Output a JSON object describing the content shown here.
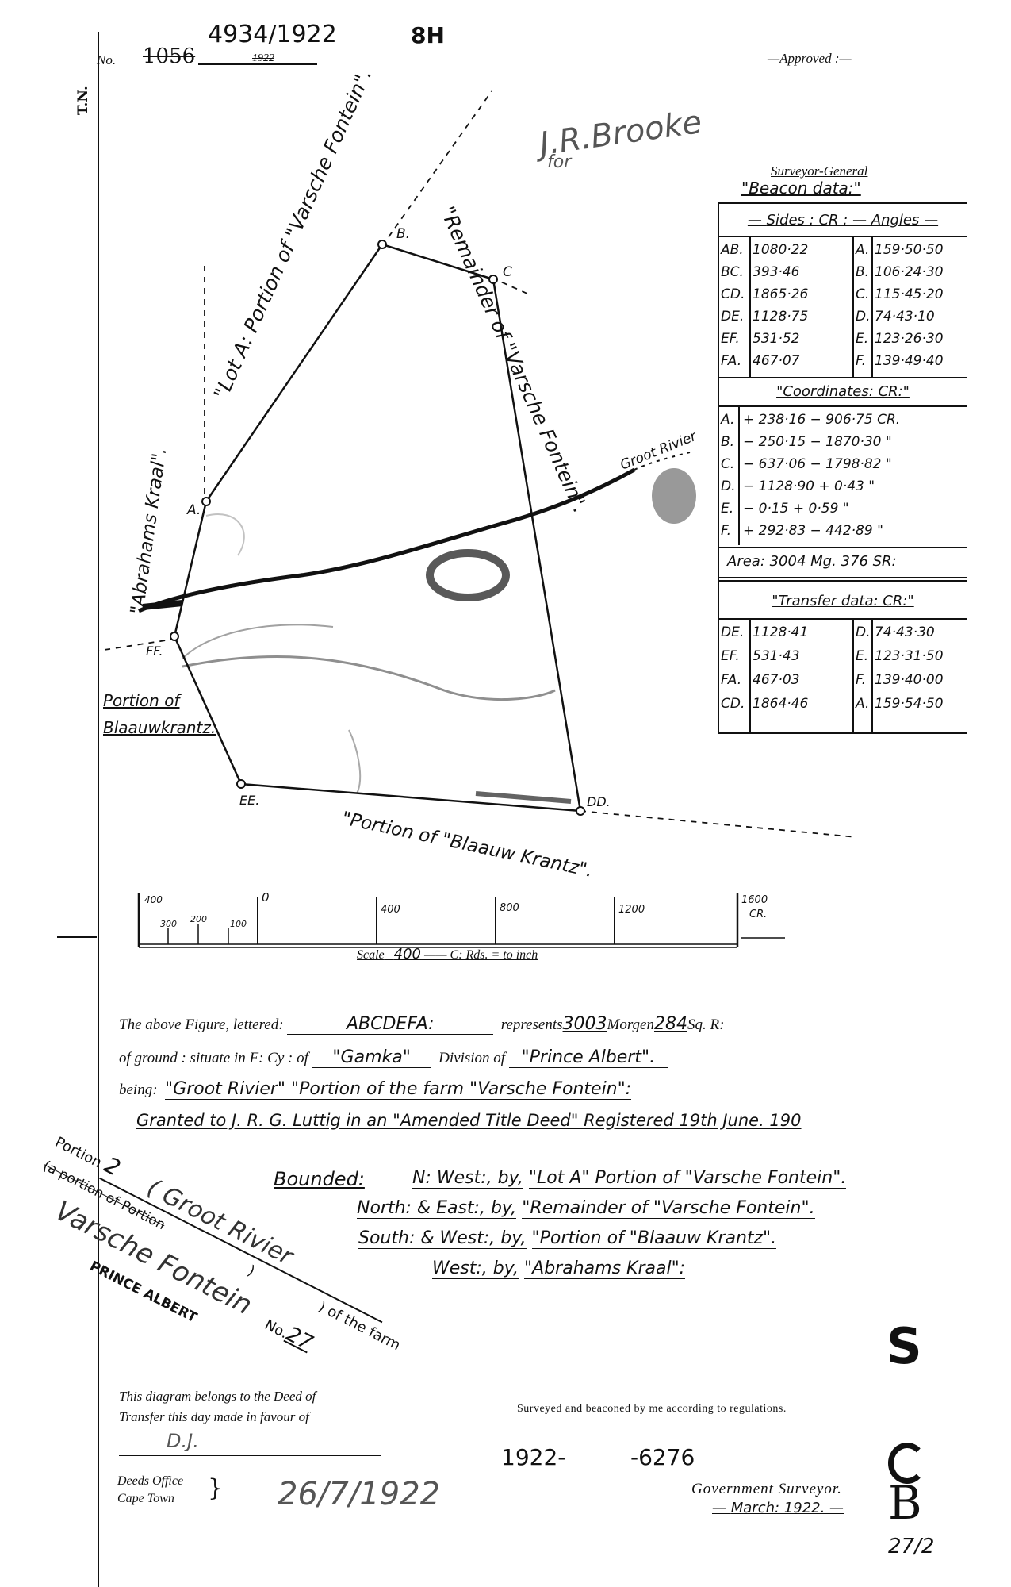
{
  "header": {
    "no_label": "No.",
    "struck_number": "1056",
    "struck_year": "1922",
    "diagram_number": "4934/1922",
    "extra_mark": "8H",
    "approved_label": "Approved :",
    "north_label": "T.N.",
    "signature": "J.R.Brooke",
    "signature_for": "for",
    "surveyor_general": "Surveyor-General"
  },
  "beacon_table": {
    "title": "\"Beacon data:\"",
    "sides_header": "Sides : CR :",
    "angles_header": "Angles",
    "sides": [
      {
        "side": "AB.",
        "length": "1080·22",
        "beacon": "A.",
        "angle": "159·50·50"
      },
      {
        "side": "BC.",
        "length": "393·46",
        "beacon": "B.",
        "angle": "106·24·30"
      },
      {
        "side": "CD.",
        "length": "1865·26",
        "beacon": "C.",
        "angle": "115·45·20"
      },
      {
        "side": "DE.",
        "length": "1128·75",
        "beacon": "D.",
        "angle": "74·43·10"
      },
      {
        "side": "EF.",
        "length": "531·52",
        "beacon": "E.",
        "angle": "123·26·30"
      },
      {
        "side": "FA.",
        "length": "467·07",
        "beacon": "F.",
        "angle": "139·49·40"
      }
    ],
    "coordinates_title": "\"Coordinates: CR:\"",
    "coordinates": [
      {
        "beacon": "A.",
        "value": "+ 238·16 − 906·75 CR."
      },
      {
        "beacon": "B.",
        "value": "− 250·15 − 1870·30 \""
      },
      {
        "beacon": "C.",
        "value": "− 637·06 − 1798·82 \""
      },
      {
        "beacon": "D.",
        "value": "− 1128·90 + 0·43 \""
      },
      {
        "beacon": "E.",
        "value": "− 0·15 + 0·59 \""
      },
      {
        "beacon": "F.",
        "value": "+ 292·83 − 442·89 \""
      }
    ],
    "area": "Area: 3004 Mg. 376 SR:",
    "transfer_title": "\"Transfer data: CR:\"",
    "transfer": [
      {
        "side": "DE.",
        "length": "1128·41",
        "beacon": "D.",
        "angle": "74·43·30"
      },
      {
        "side": "EF.",
        "length": "531·43",
        "beacon": "E.",
        "angle": "123·31·50"
      },
      {
        "side": "FA.",
        "length": "467·03",
        "beacon": "F.",
        "angle": "139·40·00"
      },
      {
        "side": "CD.",
        "length": "1864·46",
        "beacon": "A.",
        "angle": "159·54·50"
      }
    ]
  },
  "diagram_labels": {
    "lot_a": "\"Lot A: Portion of \"Varsche Fontein\".",
    "remainder": "\"Remainder of \"Varsche Fontein\".",
    "abrahams": "\"Abrahams Kraal\".",
    "groot_rivier": "Groot Rivier",
    "portion_blaauwkrantz": "Portion of Blaauwkrantz.",
    "portion_blaauw_krantz": "\"Portion of \"Blaauw Krantz\".",
    "beacon_a": "A.",
    "beacon_b": "B.",
    "beacon_c": "C",
    "beacon_ff": "FF.",
    "beacon_ee": "EE.",
    "beacon_dd": "DD."
  },
  "scale": {
    "ticks": [
      "400",
      "300",
      "200",
      "100",
      "0",
      "400",
      "800",
      "1200",
      "1600"
    ],
    "unit": "CR.",
    "caption_prefix": "Scale",
    "caption_value": "400",
    "caption_suffix": "C: Rds. = to inch"
  },
  "description": {
    "line1_prefix": "The above Figure, lettered:",
    "letters": "ABCDEFA:",
    "represents": "represents",
    "morgen": "3003",
    "morgen_label": "Morgen",
    "sq": "284",
    "sq_label": "Sq. R:",
    "line2_prefix": "of ground : situate in F: Cy : of",
    "field_cornetcy": "\"Gamka\"",
    "division_label": "Division of",
    "division": "\"Prince Albert\".",
    "being_label": "being:",
    "being": "\"Groot Rivier\" \"Portion of the farm \"Varsche Fontein\":",
    "granted": "Granted to J. R. G. Luttig in an \"Amended Title Deed\" Registered 19th June. 190"
  },
  "bounded": {
    "label": "Bounded:",
    "lines": [
      {
        "dir": "N: West:, by,",
        "text": "\"Lot A\" Portion of \"Varsche Fontein\"."
      },
      {
        "dir": "North: & East:, by,",
        "text": "\"Remainder of \"Varsche Fontein\"."
      },
      {
        "dir": "South: & West:, by,",
        "text": "\"Portion of \"Blaauw Krantz\"."
      },
      {
        "dir": "West:, by,",
        "text": "\"Abrahams Kraal\":"
      }
    ]
  },
  "stamp": {
    "portion": "Portion",
    "number": "2",
    "name": "( Groot Rivier",
    "of_the_farm": ") of the farm",
    "a_portion": "(a portion of Portion",
    "close_paren": ")",
    "farm": "Varsche Fontein",
    "no_label": "No.",
    "farm_no": "27",
    "district": "PRINCE ALBERT"
  },
  "big_s": "S",
  "footer": {
    "deed_line1": "This diagram belongs to the Deed of",
    "deed_line2": "Transfer this day made in favour of",
    "favour_name": "D.J.",
    "deeds_office": "Deeds Office",
    "cape_town": "Cape Town",
    "date": "26/7/1922",
    "surveyed": "Surveyed and beaconed by me according to regulations.",
    "ref_year": "1922-",
    "ref_no": "-6276",
    "gov_surveyor": "Government Surveyor.",
    "survey_date": "March: 1922.",
    "mark_b": "B",
    "page_ref": "27/2"
  }
}
